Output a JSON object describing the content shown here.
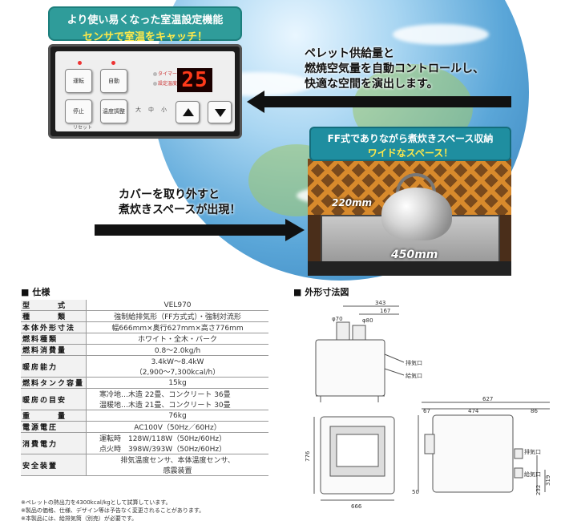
{
  "hero": {
    "panel_banner": {
      "main": "より使い易くなった室温設定機能",
      "sub": "センサで室温をキャッチ！"
    },
    "panel": {
      "btn_run": "運転",
      "btn_auto": "自動",
      "btn_stop": "停止",
      "btn_temp": "温度調整",
      "lbl_timer": "タイマー",
      "lbl_setting": "設定温度",
      "lbl_reset": "リセット",
      "lbl_large": "大",
      "lbl_mid": "中",
      "lbl_small": "小",
      "display_value": "25"
    },
    "caption_right": [
      "ペレット供給量と",
      "燃焼空気量を自動コントロールし、",
      "快適な空間を演出します。"
    ],
    "caption_left": [
      "カバーを取り外すと",
      "煮炊きスペースが出現！"
    ],
    "photo_banner": {
      "main": "FF式でありながら煮炊きスペース収納",
      "sub": "ワイドなスペース！"
    },
    "photo_dims": {
      "depth": "220mm",
      "width": "450mm"
    }
  },
  "spec": {
    "title": "仕様",
    "rows": [
      {
        "key": "型　　　式",
        "value": [
          "VEL970"
        ]
      },
      {
        "key": "種　　　類",
        "value": [
          "強制給排気形（FF方式式）・強制対流形"
        ]
      },
      {
        "key": "本体外形寸法",
        "value": [
          "幅666mm×奥行627mm×高さ776mm"
        ]
      },
      {
        "key": "燃料種類",
        "value": [
          "ホワイト・全木・バーク"
        ]
      },
      {
        "key": "燃料消費量",
        "value": [
          "0.8～2.0kg/h"
        ]
      },
      {
        "key": "暖房能力",
        "value": [
          "3.4kW～8.4kW",
          "（2,900～7,300kcal/h）"
        ]
      },
      {
        "key": "燃料タンク容量",
        "value": [
          "15kg"
        ]
      },
      {
        "key": "暖房の目安",
        "value": [
          "寒冷地…木造 22畳、コンクリート 36畳",
          "温暖地…木造 21畳、コンクリート 30畳"
        ],
        "left": true
      },
      {
        "key": "重　　　量",
        "value": [
          "76kg"
        ]
      },
      {
        "key": "電源電圧",
        "value": [
          "AC100V（50Hz／60Hz）"
        ]
      },
      {
        "key": "消費電力",
        "value": [
          "運転時　128W/118W（50Hz/60Hz）",
          "点火時　398W/393W（50Hz/60Hz）"
        ],
        "left": true
      },
      {
        "key": "安全装置",
        "value": [
          "排気温度センサ、本体温度センサ、",
          "感震装置"
        ]
      }
    ],
    "notes": [
      "※ペレットの熱出力を4300kcal/kgとして試算しています。",
      "※製品の価格、仕様、デザイン等は予告なく変更されることがあります。",
      "※本製品には、給排気筒（別売）が必要です。"
    ]
  },
  "drawing": {
    "title": "外形寸法図",
    "dims": {
      "d343": "343",
      "d167": "167",
      "phi70": "φ70",
      "phi80": "φ80",
      "exhaust": "排気口",
      "intake": "給気口",
      "d627": "627",
      "d67": "67",
      "d474": "474",
      "d86": "86",
      "d776": "776",
      "d50": "50",
      "d666": "666",
      "d319": "319",
      "d232": "232",
      "exhaust2": "排気口",
      "intake2": "給気口"
    }
  }
}
